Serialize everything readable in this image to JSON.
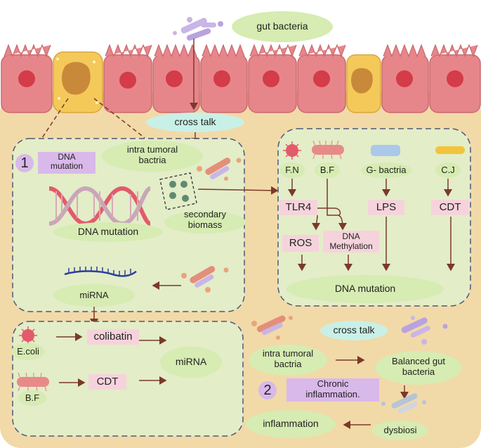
{
  "top": {
    "gut_bacteria": "gut bacteria",
    "cross_talk": "cross talk"
  },
  "panel1": {
    "number": "1",
    "dna_mutation_box": "DNA\nmutation",
    "intra_tumoral": "intra tumoral\nbactria",
    "dna_mutation_label": "DNA mutation",
    "secondary_biomass": "secondary\nbiomass",
    "mirna": "miRNA"
  },
  "right_panel": {
    "fn": "F.N",
    "bf": "B.F",
    "gneg": "G- bactria",
    "cj": "C.J",
    "tlr4": "TLR4",
    "lps": "LPS",
    "cdt": "CDT",
    "ros": "ROS",
    "dna_methylation": "DNA\nMethylation",
    "dna_mutation": "DNA mutation"
  },
  "bottom_left": {
    "ecoli": "E.coli",
    "colibatin": "colibatin",
    "bf": "B.F",
    "cdt": "CDT",
    "mirna": "miRNA"
  },
  "panel2": {
    "number": "2",
    "cross_talk": "cross talk",
    "intra_tumoral": "intra tumoral\nbactria",
    "balanced": "Balanced gut\nbacteria",
    "chronic": "Chronic\ninflammation.",
    "inflammation": "inflammation",
    "dysbiosi": "dysbiosi"
  },
  "colors": {
    "background": "#f2d9a8",
    "cell": "#e7868a",
    "nucleus": "#d33c48",
    "yellow_cell": "#f4c95a",
    "panel": "#e3edc8",
    "pill": "#d6ecb2",
    "cyan_pill": "#c9f0e6",
    "pink_box": "#f6d3dc",
    "purple_box": "#d9b8ea",
    "arrow": "#7a3a2a"
  }
}
